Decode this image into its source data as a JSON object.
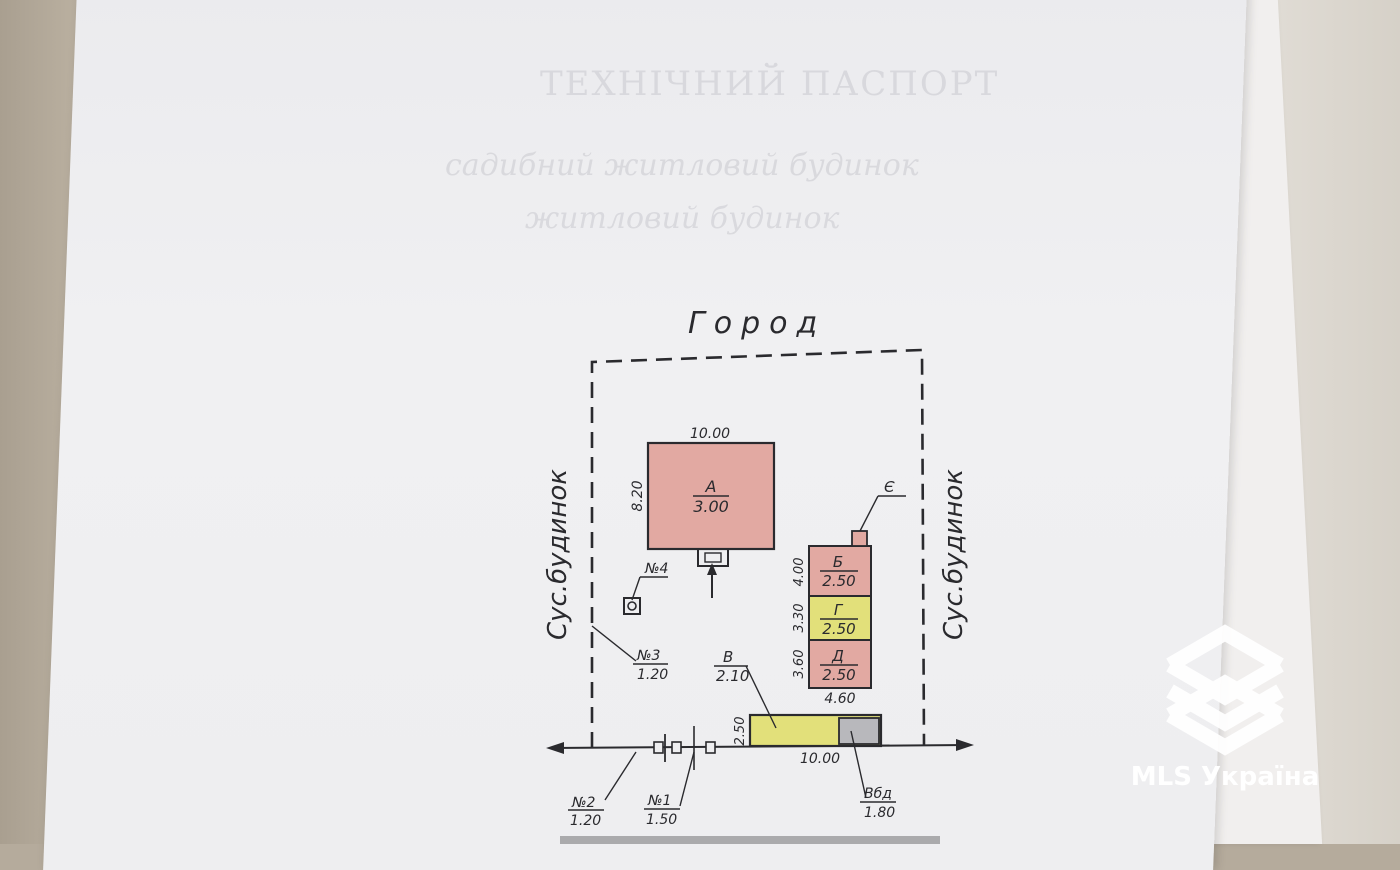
{
  "background_heading": {
    "line1": "ТЕХНІЧНИЙ ПАСПОРТ",
    "line2": "садибний житловий будинок",
    "line3": "житловий будинок"
  },
  "plan": {
    "north_label": "Город",
    "west_label": "Сус.будинок",
    "east_label": "Сус.будинок",
    "buildings": {
      "a": {
        "letter": "А",
        "height": "3.00",
        "width_dim": "10.00",
        "depth_dim": "8.20",
        "color": "#e2a9a2"
      },
      "b": {
        "letter": "Б",
        "height": "2.50",
        "dim": "4.00",
        "color": "#e2a9a2"
      },
      "g": {
        "letter": "Г",
        "height": "2.50",
        "dim": "3.30",
        "color": "#e2e07a"
      },
      "d": {
        "letter": "Д",
        "height": "2.50",
        "dim": "3.60",
        "color": "#e2a9a2"
      },
      "stack_width_dim": "4.60",
      "ye": {
        "letter": "Є",
        "color": "#e2a9a2"
      },
      "v": {
        "letter": "В",
        "height": "2.10",
        "depth_dim": "2.50",
        "width_dim": "10.00",
        "color": "#e2e07a"
      },
      "vbd": {
        "letter": "Вбд",
        "height": "1.80",
        "color": "#b8b8bc"
      }
    },
    "markers": {
      "n1": {
        "label": "№1",
        "value": "1.50"
      },
      "n2": {
        "label": "№2",
        "value": "1.20"
      },
      "n3": {
        "label": "№3",
        "value": "1.20"
      },
      "n4": {
        "label": "№4"
      }
    }
  },
  "watermark": {
    "text": "MLS Україна"
  },
  "colors": {
    "ink": "#2a2a2e",
    "paper": "#eeeef0"
  }
}
